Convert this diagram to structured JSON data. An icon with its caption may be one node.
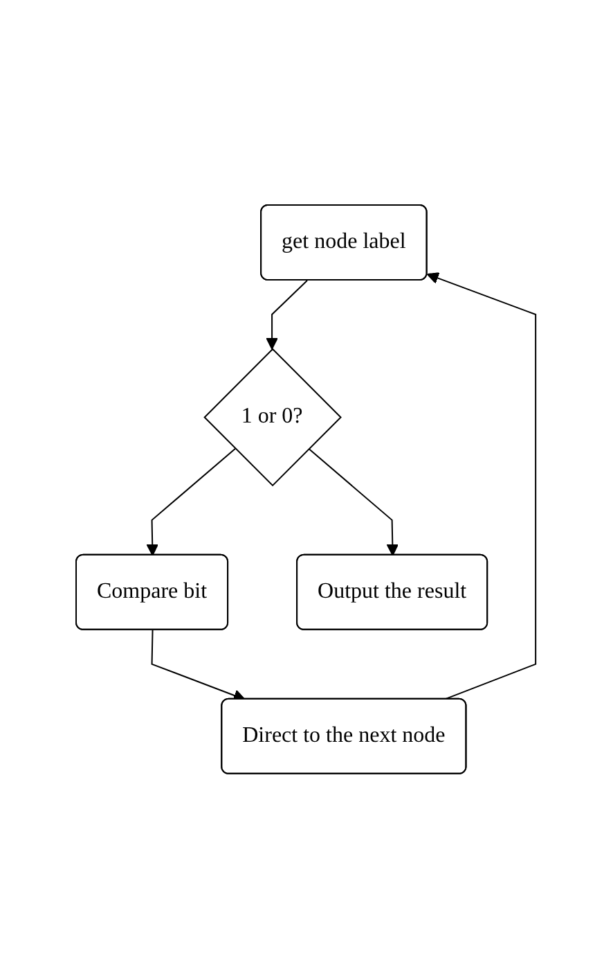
{
  "diagram": {
    "nodes": [
      {
        "text": [
          "get node label"
        ]
      },
      {
        "text": [
          "1 or 0?"
        ]
      },
      {
        "text": [
          "Compare bit"
        ]
      },
      {
        "text": [
          "Direct to the next node"
        ]
      },
      {
        "text": [
          "Output the result"
        ]
      }
    ],
    "edges": [
      {
        "from": 0,
        "to": 1,
        "arrow": "to"
      },
      {
        "from": 1,
        "to": 2,
        "arrow": "to"
      },
      {
        "from": 2,
        "to": 3,
        "arrow": "to"
      },
      {
        "from": 3,
        "to": 0,
        "arrow": "to"
      },
      {
        "from": 1,
        "to": 4,
        "arrow": "to"
      }
    ]
  }
}
